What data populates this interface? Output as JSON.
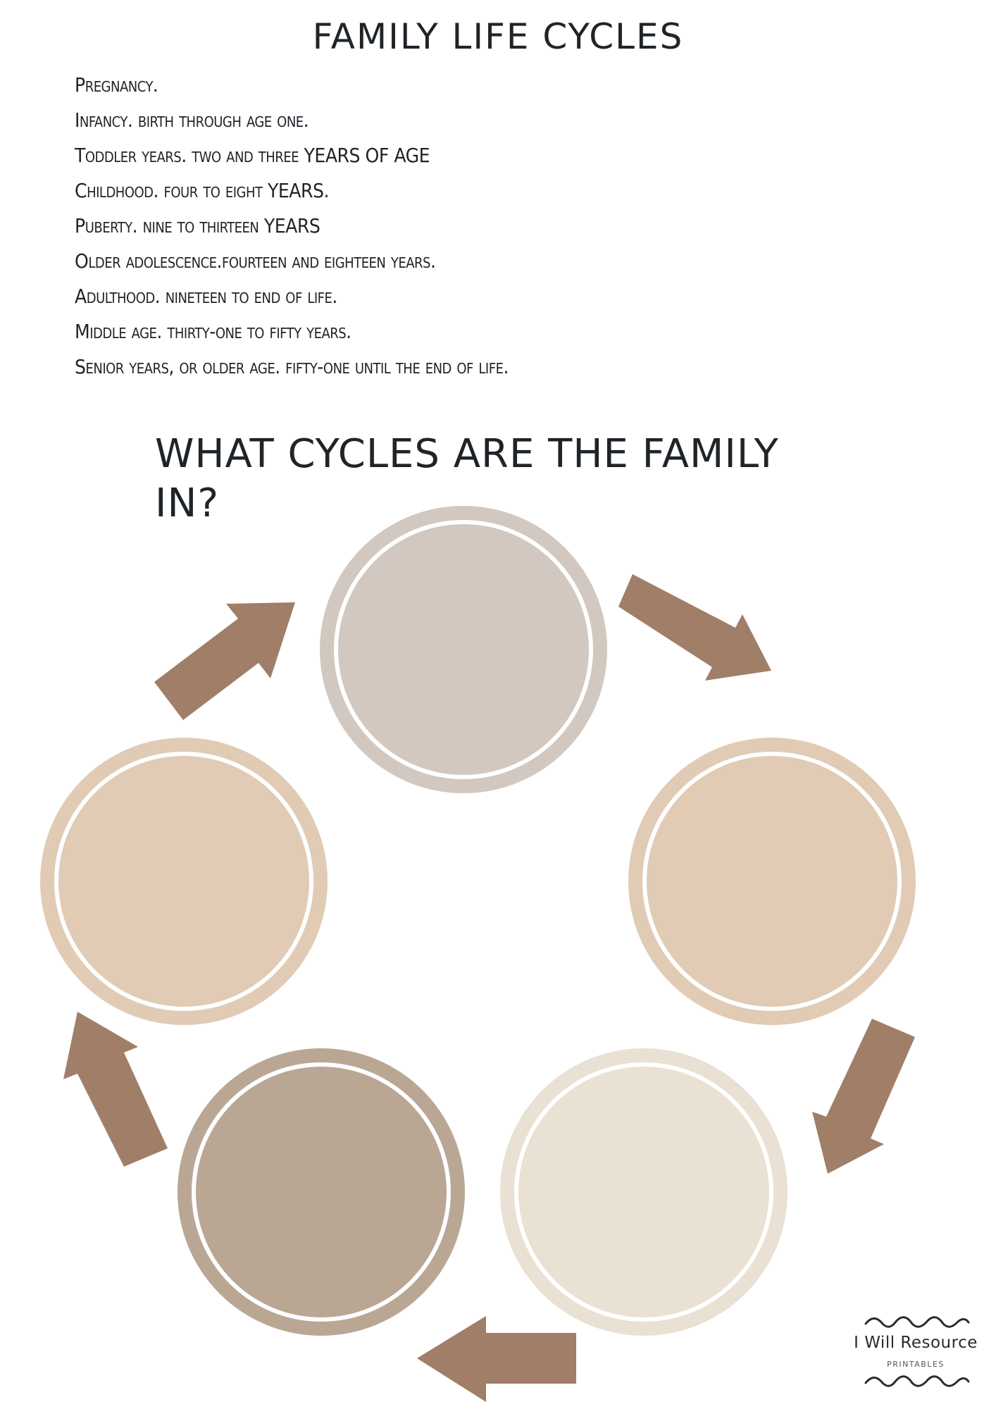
{
  "document": {
    "title": "FAMILY LIFE CYCLES",
    "subtitle": "WHAT CYCLES ARE THE FAMILY IN?"
  },
  "stages": [
    "Pregnancy.",
    "Infancy. birth through age one.",
    "Toddler years.  two and three YEARS OF AGE",
    "Childhood. four to eight YEARS.",
    "Puberty. nine to thirteen YEARS",
    "Older adolescence.fourteen and eighteen years.",
    "Adulthood.  nineteen to end of life.",
    "Middle age.  thirty-one to fifty years.",
    "Senior years, or older age. fifty-one until the end of life."
  ],
  "circles": [
    {
      "id": "top",
      "ring_color": "#d2c8bf",
      "fill_color": "#d2c8bf"
    },
    {
      "id": "right",
      "ring_color": "#e1cbb4",
      "fill_color": "#e1cbb4"
    },
    {
      "id": "bottom-right",
      "ring_color": "#e8e1d4",
      "fill_color": "#e8e1d4"
    },
    {
      "id": "bottom-left",
      "ring_color": "#b9a794",
      "fill_color": "#b9a794"
    },
    {
      "id": "left",
      "ring_color": "#e1cbb4",
      "fill_color": "#e1cbb4"
    }
  ],
  "arrow_color": "#a07e68",
  "logo": {
    "name": "I Will Resource",
    "tagline": "PRINTABLES"
  }
}
